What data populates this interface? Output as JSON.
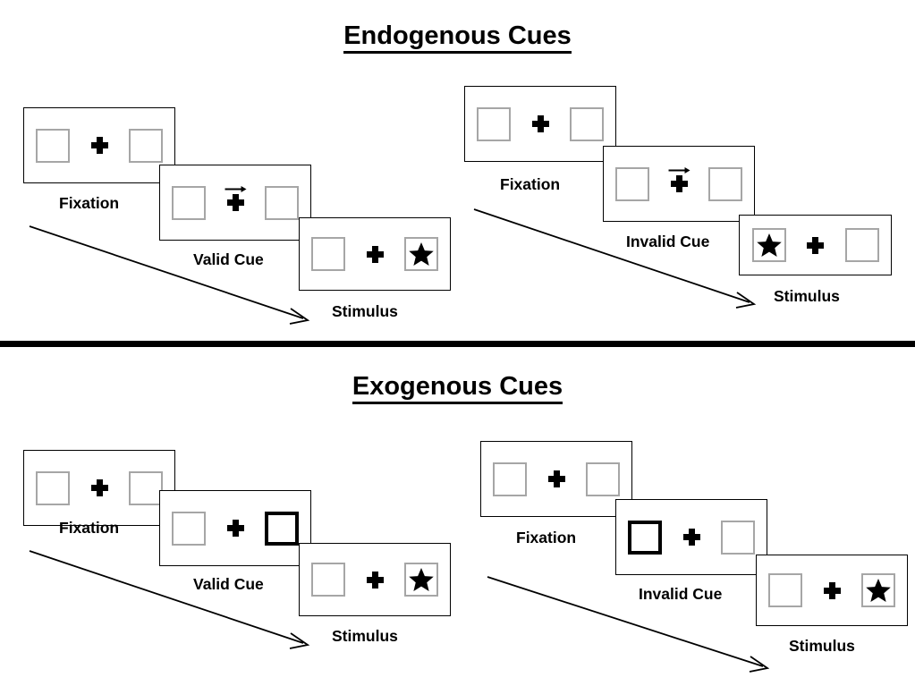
{
  "figure": {
    "sections": [
      {
        "id": "endogenous",
        "title": "Endogenous Cues",
        "columns": [
          {
            "id": "endogenous-valid",
            "panels": [
              {
                "id": "fixation",
                "label": "Fixation",
                "left_box": "empty",
                "right_box": "empty",
                "cue": "none"
              },
              {
                "id": "valid-cue",
                "label": "Valid Cue",
                "left_box": "empty",
                "right_box": "empty",
                "cue": "arrow-right"
              },
              {
                "id": "stimulus",
                "label": "Stimulus",
                "left_box": "empty",
                "right_box": "star",
                "cue": "none"
              }
            ]
          },
          {
            "id": "endogenous-invalid",
            "panels": [
              {
                "id": "fixation",
                "label": "Fixation",
                "left_box": "empty",
                "right_box": "empty",
                "cue": "none"
              },
              {
                "id": "invalid-cue",
                "label": "Invalid Cue",
                "left_box": "empty",
                "right_box": "empty",
                "cue": "arrow-right"
              },
              {
                "id": "stimulus",
                "label": "Stimulus",
                "left_box": "star",
                "right_box": "empty",
                "cue": "none"
              }
            ]
          }
        ]
      },
      {
        "id": "exogenous",
        "title": "Exogenous Cues",
        "columns": [
          {
            "id": "exogenous-valid",
            "panels": [
              {
                "id": "fixation",
                "label": "Fixation",
                "left_box": "empty",
                "right_box": "empty",
                "cue": "none"
              },
              {
                "id": "valid-cue",
                "label": "Valid Cue",
                "left_box": "empty",
                "right_box": "cued",
                "cue": "none"
              },
              {
                "id": "stimulus",
                "label": "Stimulus",
                "left_box": "empty",
                "right_box": "star",
                "cue": "none"
              }
            ]
          },
          {
            "id": "exogenous-invalid",
            "panels": [
              {
                "id": "fixation",
                "label": "Fixation",
                "left_box": "empty",
                "right_box": "empty",
                "cue": "none"
              },
              {
                "id": "invalid-cue",
                "label": "Invalid Cue",
                "left_box": "cued",
                "right_box": "empty",
                "cue": "none"
              },
              {
                "id": "stimulus",
                "label": "Stimulus",
                "left_box": "empty",
                "right_box": "star",
                "cue": "none"
              }
            ]
          }
        ]
      }
    ],
    "icons": {
      "fixation_cross": "plus-cross-icon",
      "cue_arrow": "arrow-right-icon",
      "target": "star-icon",
      "flow": "diagonal-arrow-icon"
    },
    "colors": {
      "ink": "#000000",
      "placeholder_box_border": "#a6a6a6",
      "frame_border": "#000000",
      "background": "#ffffff"
    }
  }
}
